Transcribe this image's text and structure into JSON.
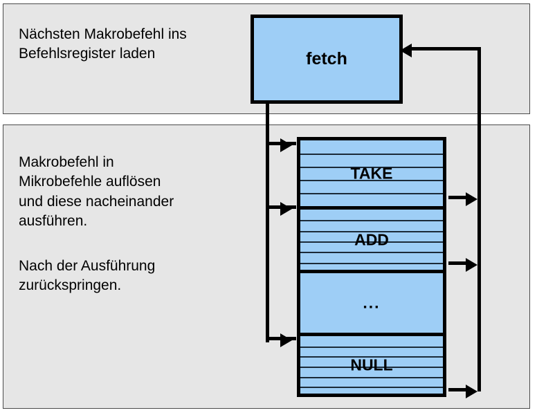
{
  "diagram": {
    "title": "Makrobefehl Ausfuehrungszyklus",
    "colors": {
      "panel_background": "#e6e6e6",
      "panel_border": "#4a4a4a",
      "block_fill": "#9ECEF6",
      "block_border": "#000000",
      "stripe_line": "#1b2a38",
      "arrow": "#000000"
    },
    "panels": [
      {
        "id": "panel-top",
        "text": "Nächsten Makrobefehl ins\nBefehlsregister laden"
      },
      {
        "id": "panel-bottom",
        "text_1": "Makrobefehl in\nMikrobefehle auflösen\nund diese nacheinander\nausführen.",
        "text_2": "Nach der Ausführung\nzurückspringen."
      }
    ],
    "fetch": {
      "label": "fetch"
    },
    "instruction_block": {
      "groups": [
        {
          "label": "TAKE",
          "stripe_count": 5,
          "height": 95,
          "striped": true
        },
        {
          "label": "ADD",
          "stripe_count": 6,
          "height": 92,
          "striped": true
        },
        {
          "label": "...",
          "stripe_count": 0,
          "height": 91,
          "striped": false
        },
        {
          "label": "NULL",
          "stripe_count": 6,
          "height": 88,
          "striped": true
        }
      ]
    },
    "connectors": {
      "fetch_to_block_arrows": 3,
      "block_to_return_arrows": 3,
      "return_to_fetch_arrow": 1
    }
  }
}
